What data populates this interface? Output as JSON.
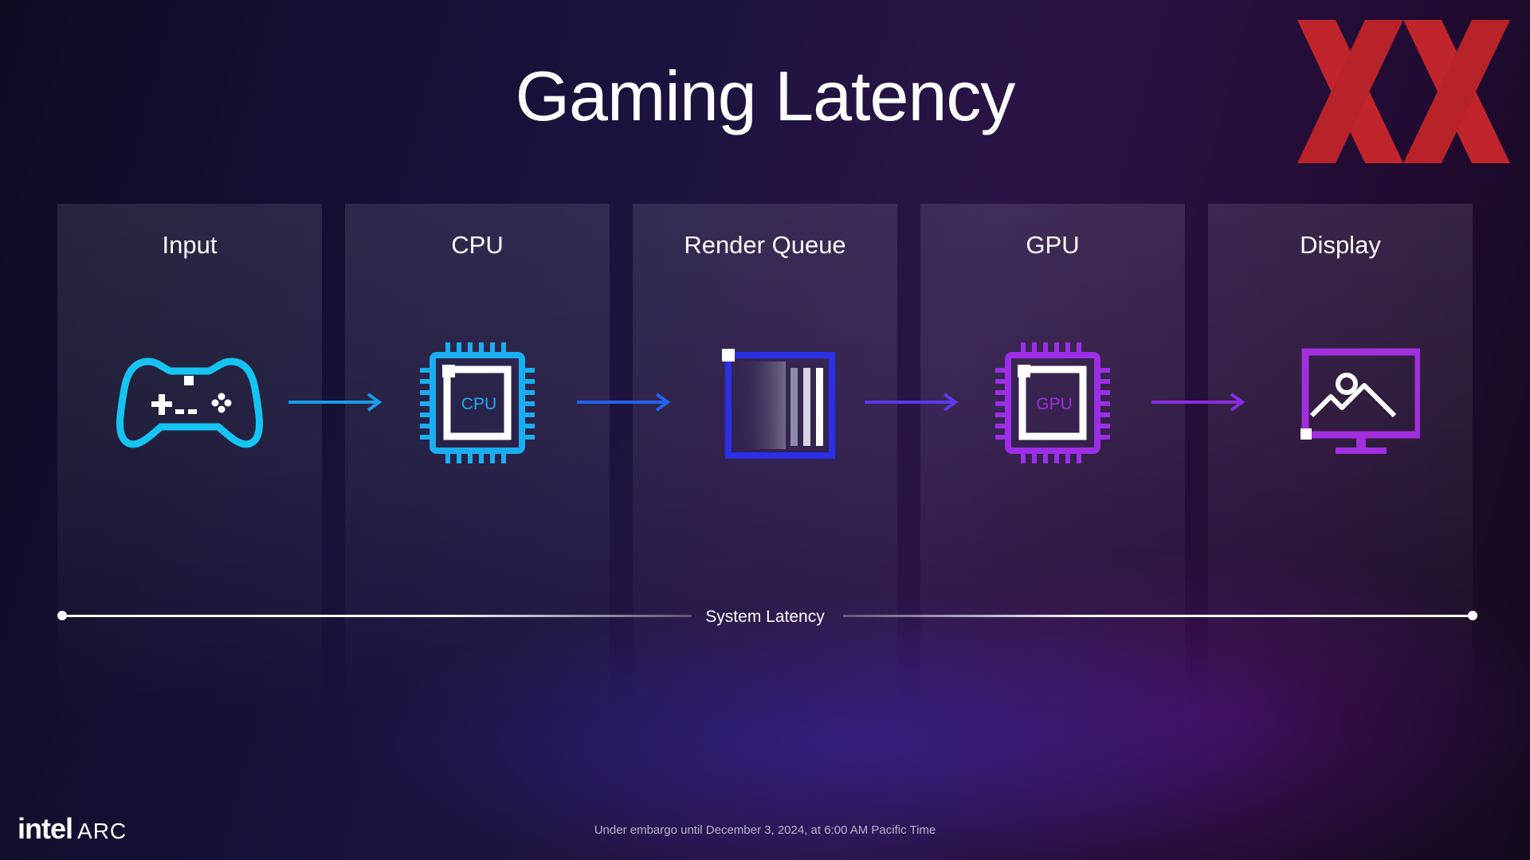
{
  "slide": {
    "title": "Gaming Latency"
  },
  "watermark": {
    "icon": "xx-logo-icon",
    "color": "#c0252c"
  },
  "stages": [
    {
      "label": "Input",
      "icon": "gamepad-icon",
      "color": "#15c4f2"
    },
    {
      "label": "CPU",
      "icon": "cpu-chip-icon",
      "chip_text": "CPU",
      "color": "#1aaef0"
    },
    {
      "label": "Render Queue",
      "icon": "render-queue-icon",
      "color": "#2b2fe8"
    },
    {
      "label": "GPU",
      "icon": "gpu-chip-icon",
      "chip_text": "GPU",
      "color": "#9b2ee6"
    },
    {
      "label": "Display",
      "icon": "display-monitor-icon",
      "color": "#a12fe0"
    }
  ],
  "arrows": [
    "#1a9be8",
    "#2362ee",
    "#5a3ae8",
    "#8a2ce0"
  ],
  "latency": {
    "label": "System Latency"
  },
  "footer": {
    "brand_primary": "intel",
    "brand_secondary": "ARC",
    "embargo": "Under embargo until December 3, 2024, at 6:00 AM Pacific Time"
  }
}
